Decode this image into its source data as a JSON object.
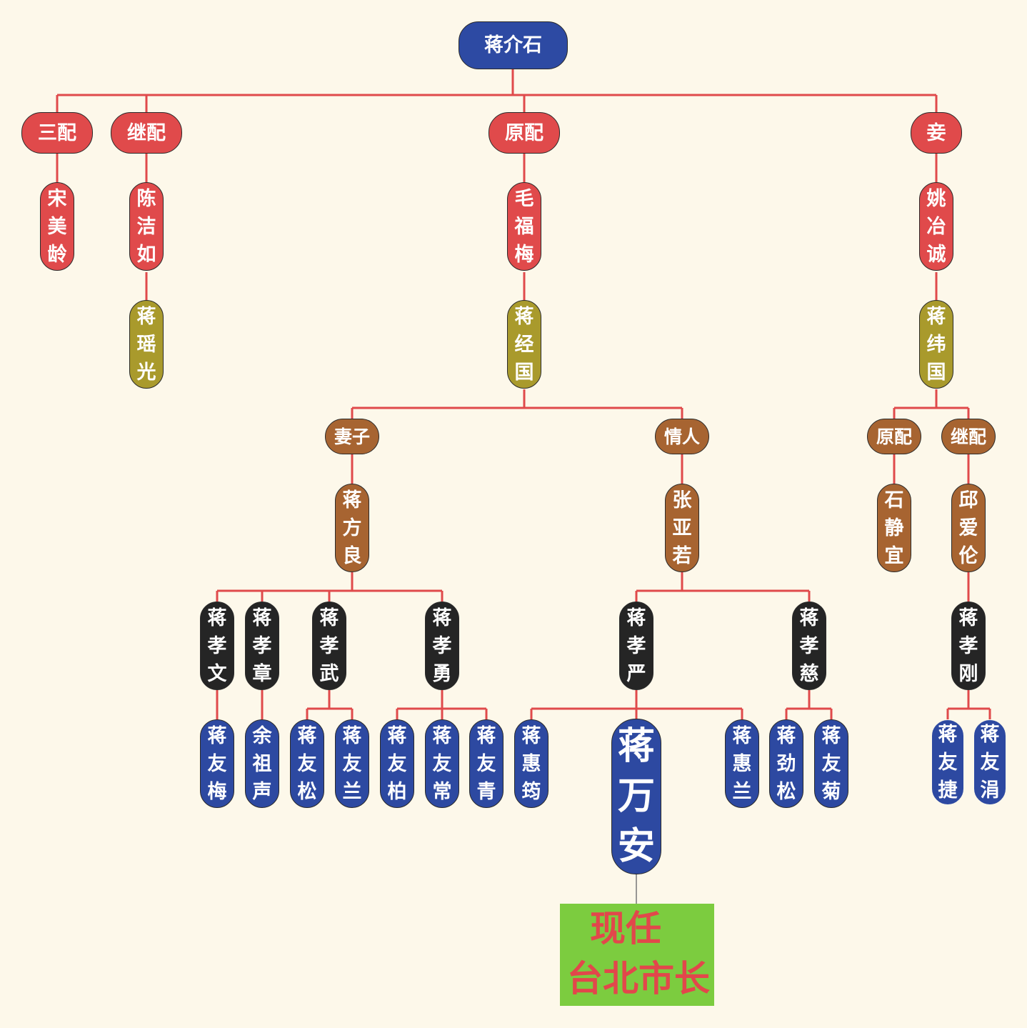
{
  "root": "蒋介石",
  "spouses": {
    "sanpei": {
      "label": "三配",
      "name": "宋美龄"
    },
    "jipei": {
      "label": "继配",
      "name": "陈洁如",
      "child": "蒋瑶光"
    },
    "yuanpei": {
      "label": "原配",
      "name": "毛福梅",
      "child": "蒋经国"
    },
    "qie": {
      "label": "妾",
      "name": "姚冶诚",
      "child": "蒋纬国"
    }
  },
  "jingguo_branch": {
    "wife_label": "妻子",
    "wife": "蒋方良",
    "lover_label": "情人",
    "lover": "张亚若",
    "wife_children": [
      "蒋孝文",
      "蒋孝章",
      "蒋孝武",
      "蒋孝勇"
    ],
    "lover_children": [
      "蒋孝严",
      "蒋孝慈"
    ]
  },
  "weiguo_branch": {
    "first_label": "原配",
    "first": "石静宜",
    "second_label": "继配",
    "second": "邱爱伦",
    "child": "蒋孝刚"
  },
  "great_grandchildren": {
    "xiaowen": [
      "蒋友梅"
    ],
    "xiaozhang": [
      "余祖声"
    ],
    "xiaowu": [
      "蒋友松",
      "蒋友兰"
    ],
    "xiaoyong": [
      "蒋友柏",
      "蒋友常",
      "蒋友青"
    ],
    "xiaoyan": [
      "蒋惠筠",
      "蒋万安",
      "蒋惠兰"
    ],
    "xiaoci": [
      "蒋劲松",
      "蒋友菊"
    ],
    "xiaogang": [
      "蒋友捷",
      "蒋友涓"
    ]
  },
  "note": {
    "line1": "现任",
    "line2": "台北市长"
  },
  "colors": {
    "background": "#fdf8ea",
    "root": "#2d4aa3",
    "spouse": "#e04a4b",
    "child": "#a99a2c",
    "grandchild_spouse": "#a76431",
    "grandchild": "#252525",
    "great_grandchild": "#2d49a1",
    "connector": "#e04a4b",
    "note_bg": "#7ccc3f",
    "note_text": "#e2474b"
  }
}
